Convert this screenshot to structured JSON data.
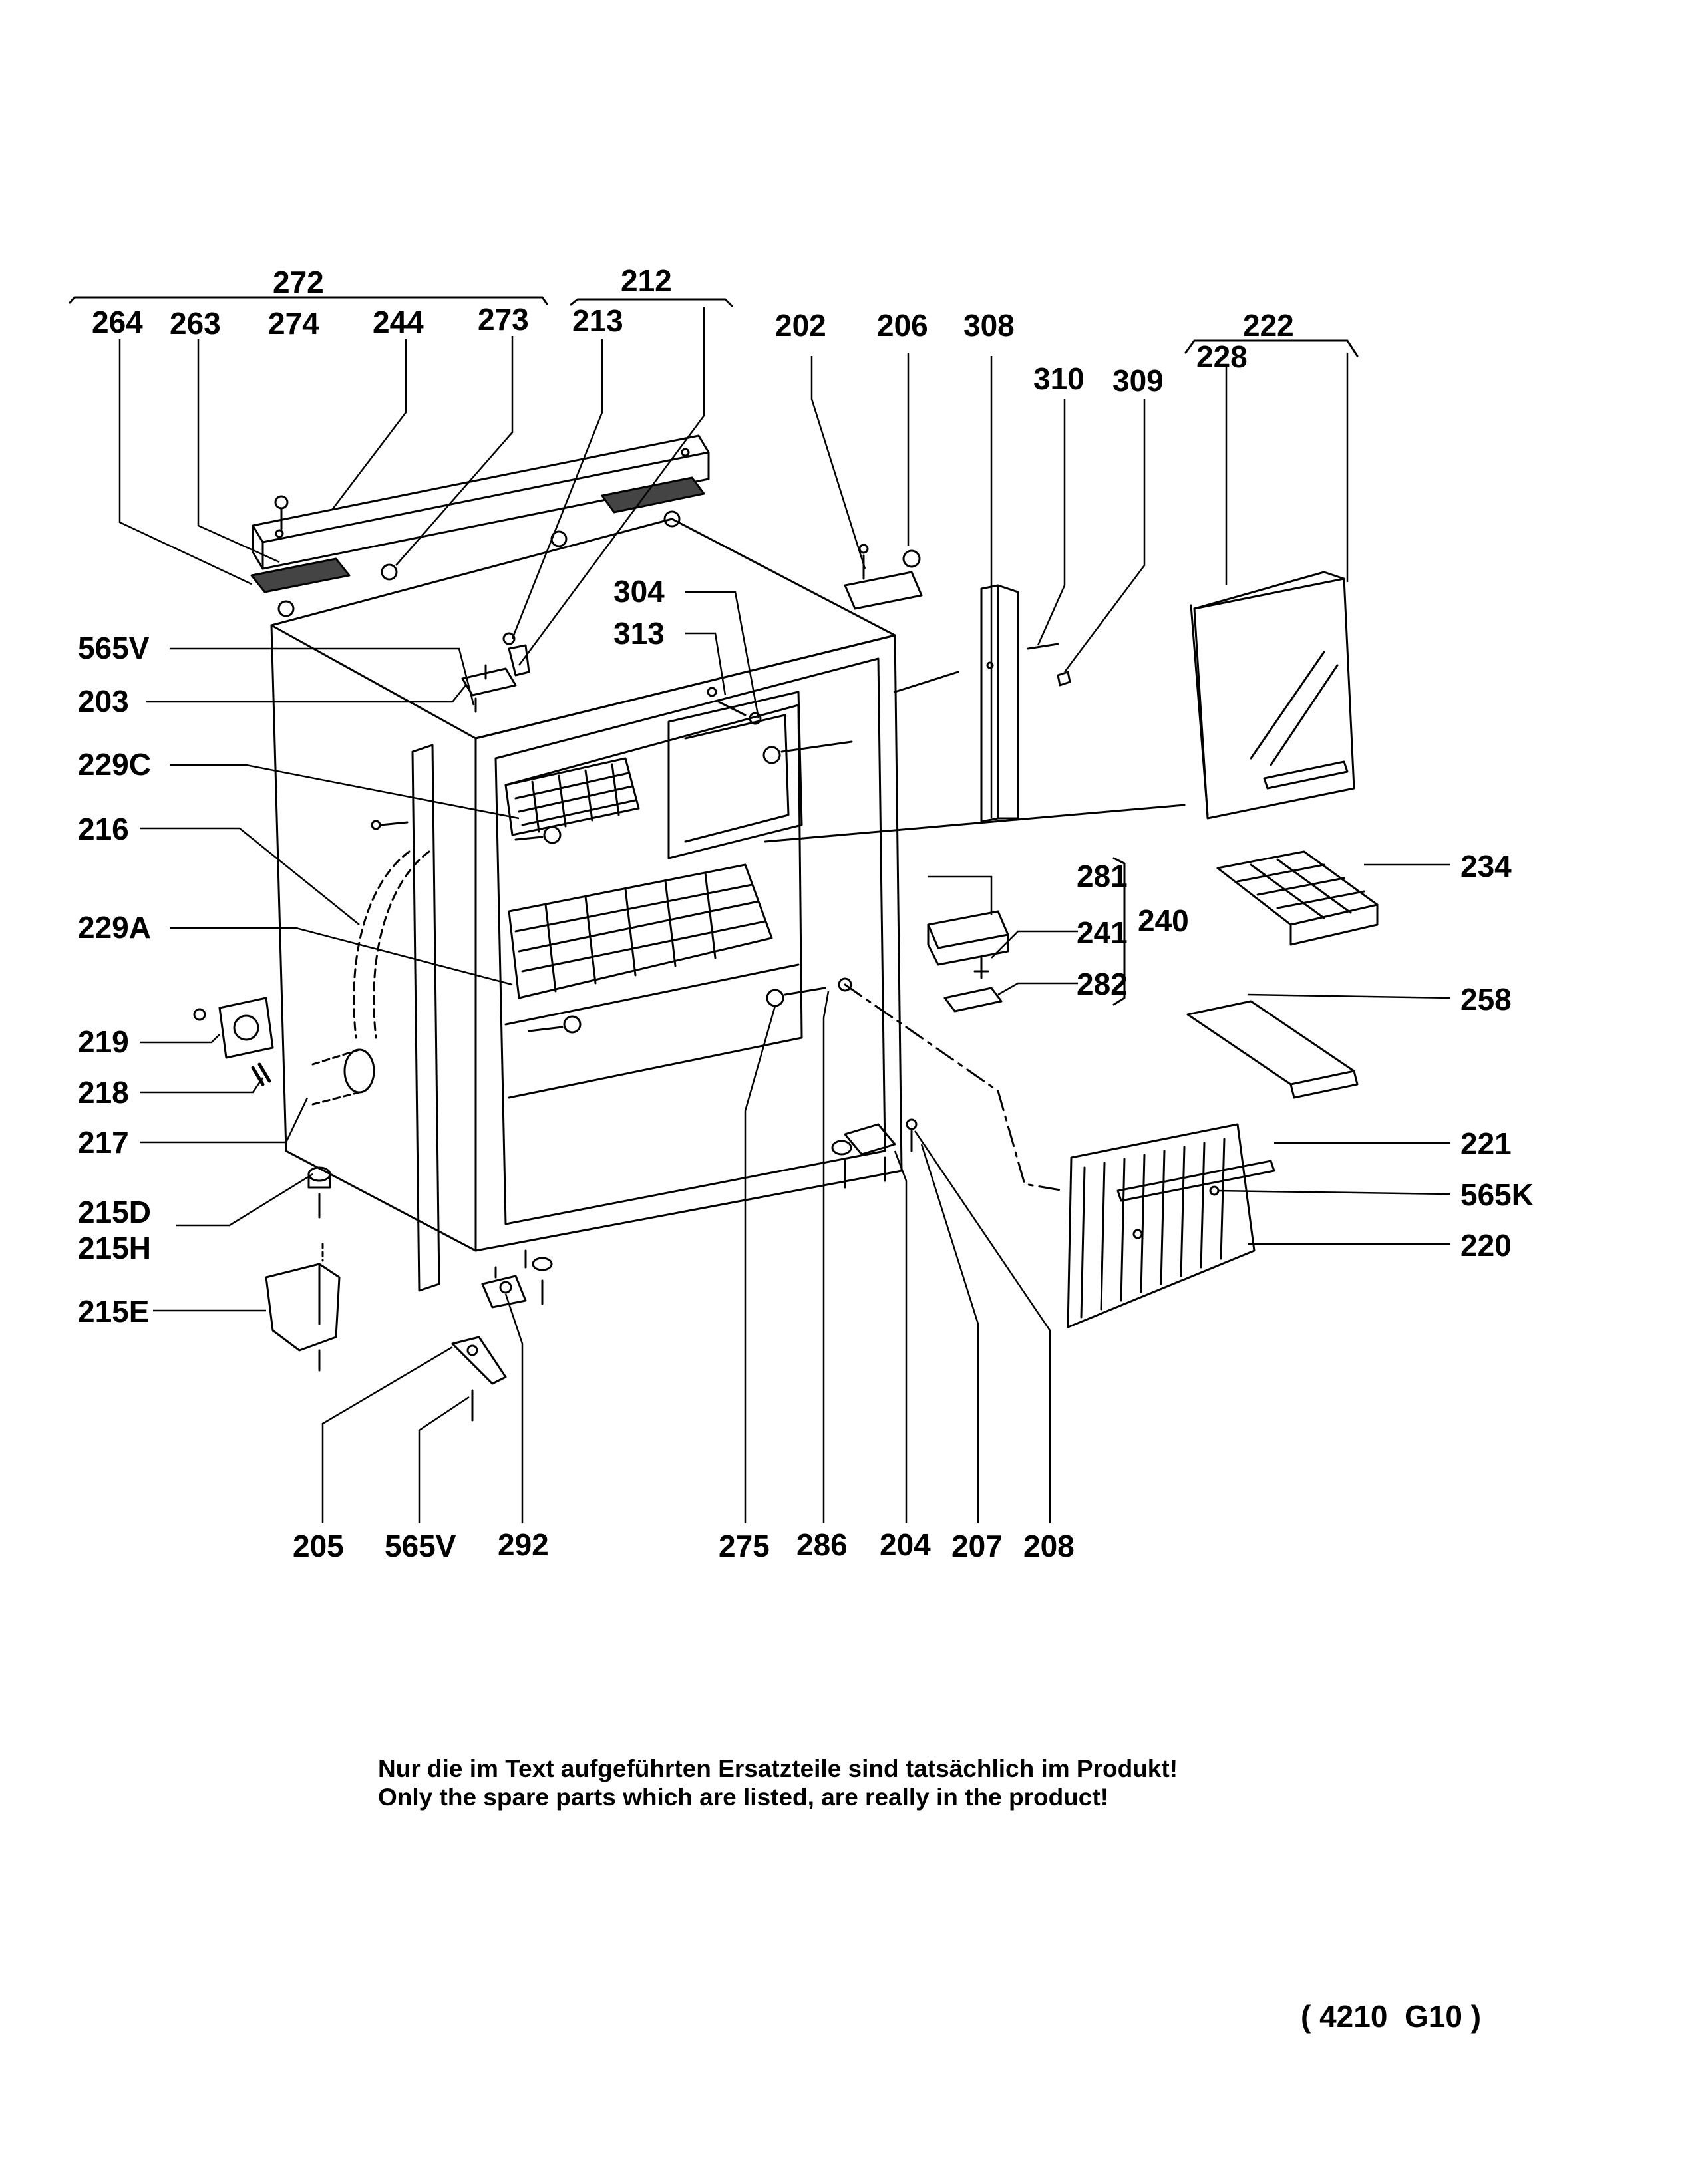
{
  "labels": {
    "l272": "272",
    "l212": "212",
    "l264": "264",
    "l263": "263",
    "l274": "274",
    "l244": "244",
    "l273": "273",
    "l213": "213",
    "l202": "202",
    "l206": "206",
    "l308": "308",
    "l222": "222",
    "l228": "228",
    "l310": "310",
    "l309": "309",
    "l304": "304",
    "l313": "313",
    "l565v_top": "565V",
    "l203": "203",
    "l229c": "229C",
    "l216": "216",
    "l229a": "229A",
    "l219": "219",
    "l218": "218",
    "l217": "217",
    "l215d": "215D",
    "l215h": "215H",
    "l215e": "215E",
    "l281": "281",
    "l240": "240",
    "l241": "241",
    "l282": "282",
    "l234": "234",
    "l258": "258",
    "l221": "221",
    "l565k": "565K",
    "l220": "220",
    "l205": "205",
    "l565v_bottom": "565V",
    "l292": "292",
    "l275": "275",
    "l286": "286",
    "l204": "204",
    "l207": "207",
    "l208": "208"
  },
  "notes": {
    "german": "Nur die im Text aufgeführten Ersatzteile sind tatsächlich im Produkt!",
    "english": "Only the spare parts which are listed, are really in the product!"
  },
  "drawing_code": "( 4210  G10 )"
}
